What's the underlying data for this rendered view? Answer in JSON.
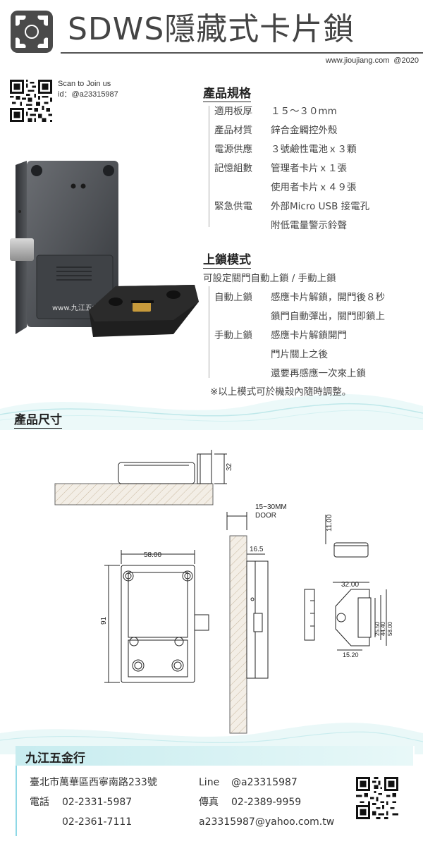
{
  "header": {
    "title": "SDWS隱藏式卡片鎖",
    "website": "www.jioujiang.com",
    "year": "@2020",
    "logo_icon": "four-circles-logo"
  },
  "social": {
    "scan_text": "Scan to Join us",
    "id_text": "id：@a23315987"
  },
  "product_image": {
    "watermark": "www.九江五金.tw"
  },
  "spec": {
    "title": "產品規格",
    "rows": [
      {
        "label": "適用板厚",
        "value": "１５～３０mm"
      },
      {
        "label": "產品材質",
        "value": "鋅合金觸控外殼"
      },
      {
        "label": "電源供應",
        "value": "３號鹼性電池ｘ３顆"
      },
      {
        "label": "記憶組數",
        "value": "管理者卡片ｘ１張"
      },
      {
        "label": "",
        "value": "使用者卡片ｘ４９張"
      },
      {
        "label": "緊急供電",
        "value": "外部Micro USB 接電孔"
      },
      {
        "label": "",
        "value": "附低電量警示鈴聲"
      }
    ]
  },
  "lock_mode": {
    "title": "上鎖模式",
    "intro": "可設定關門自動上鎖 / 手動上鎖",
    "rows": [
      {
        "label": "自動上鎖",
        "value": "感應卡片解鎖，開門後８秒"
      },
      {
        "label": "",
        "value": "鎖門自動彈出，關門即鎖上"
      },
      {
        "label": "手動上鎖",
        "value": "感應卡片解鎖開門"
      },
      {
        "label": "",
        "value": "門片關上之後"
      },
      {
        "label": "",
        "value": "還要再感應一次來上鎖"
      }
    ],
    "note": "※以上模式可於機殼內隨時調整。"
  },
  "dimensions": {
    "title": "產品尺寸",
    "labels": {
      "top_height": "32",
      "door_range": "15~30MM",
      "door": "DOOR",
      "offset": "16.5",
      "width": "58.00",
      "height": "91",
      "strike_height": "11.00",
      "strike_width": "32.00",
      "strike_a": "25.50",
      "strike_b": "44.40",
      "strike_c": "58.00",
      "strike_d": "15.20"
    }
  },
  "footer": {
    "company": "九江五金行",
    "address": "臺北市萬華區西寧南路233號",
    "phone_label": "電話",
    "phone1": "02-2331-5987",
    "phone2": "02-2361-7111",
    "line_label": "Line",
    "line_id": "@a23315987",
    "fax_label": "傳真",
    "fax": "02-2389-9959",
    "email": "a23315987@yahoo.com.tw"
  }
}
